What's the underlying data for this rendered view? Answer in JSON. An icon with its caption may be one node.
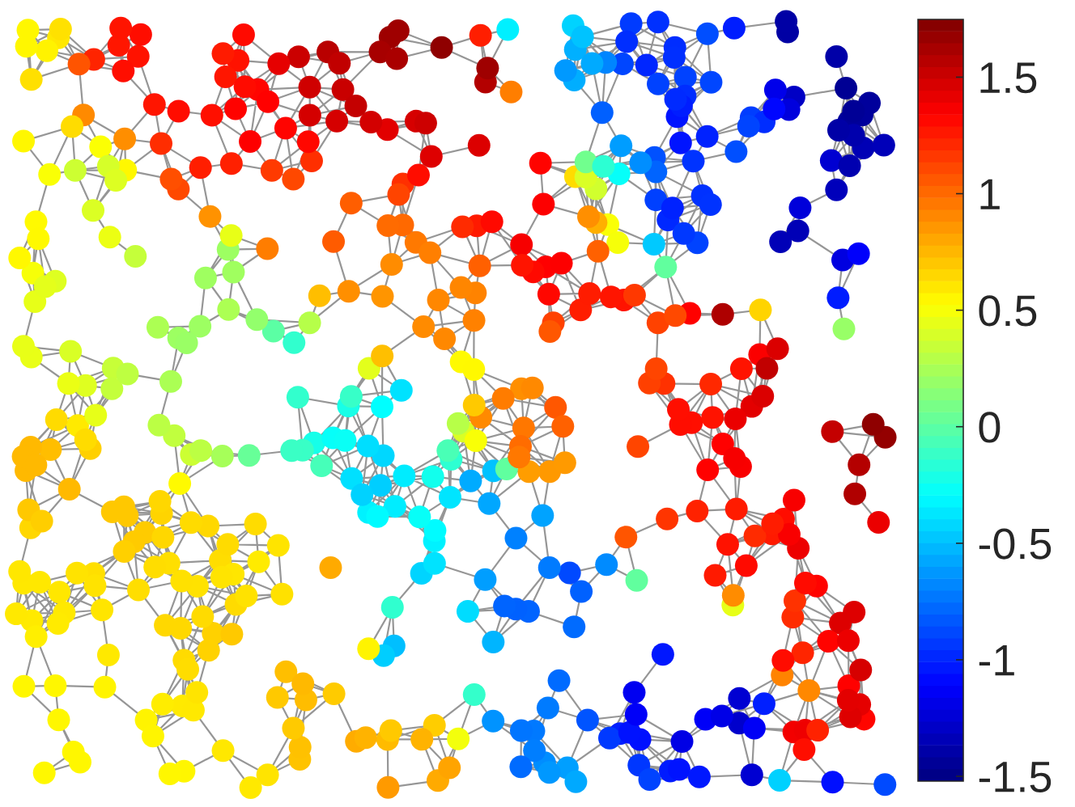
{
  "diagram": {
    "labels": [
      "1.5",
      "1",
      "0.5",
      "0",
      "-0.5",
      "-1",
      "-1.5"
    ]
  }
}
